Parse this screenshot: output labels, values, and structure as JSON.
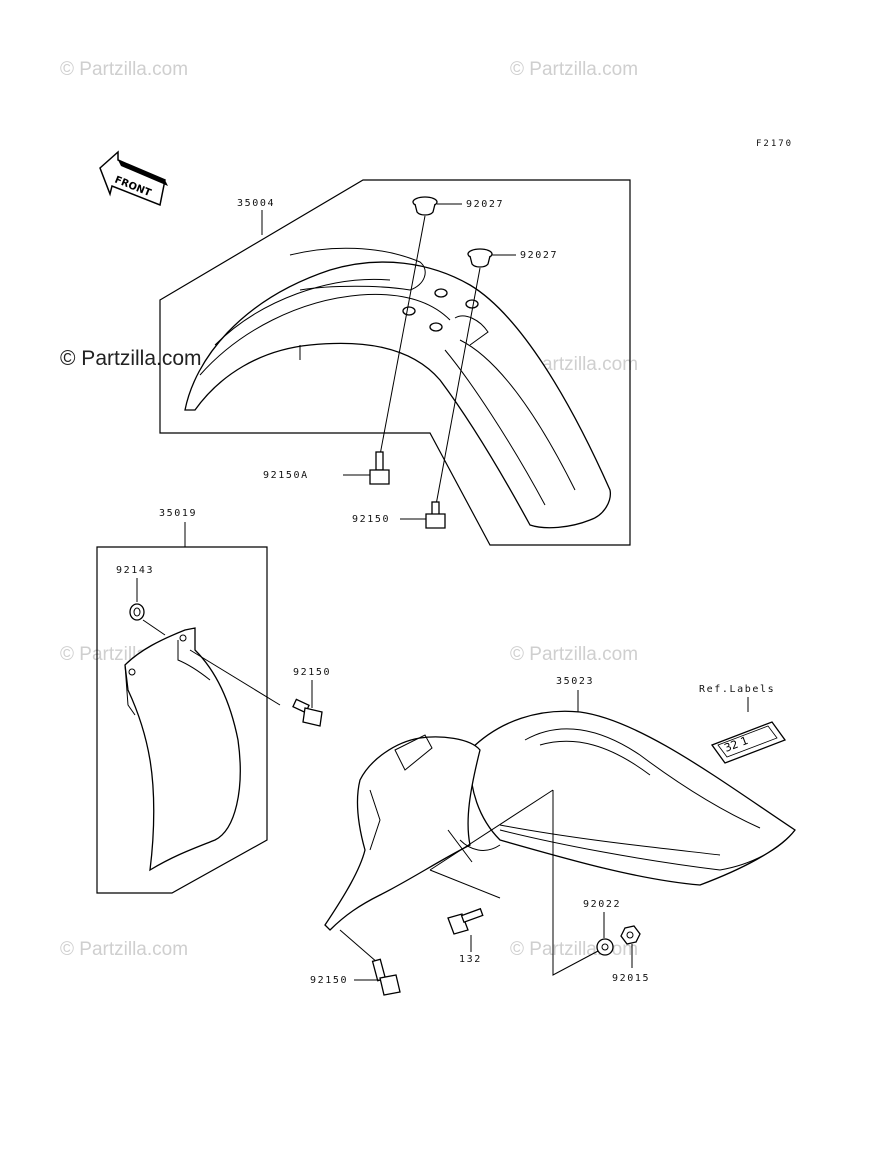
{
  "figure_code": "F2170",
  "front_label": "FRONT",
  "watermark": "© Partzilla.com",
  "ref_labels": "Ref.Labels",
  "label_text": "32 1",
  "parts": {
    "p35004": "35004",
    "p92027a": "92027",
    "p92027b": "92027",
    "p92150A": "92150A",
    "p92150_front": "92150",
    "p35019": "35019",
    "p92143": "92143",
    "p92150_guard": "92150",
    "p35023": "35023",
    "p92022": "92022",
    "p132": "132",
    "p92015": "92015",
    "p92150_rear": "92150"
  }
}
